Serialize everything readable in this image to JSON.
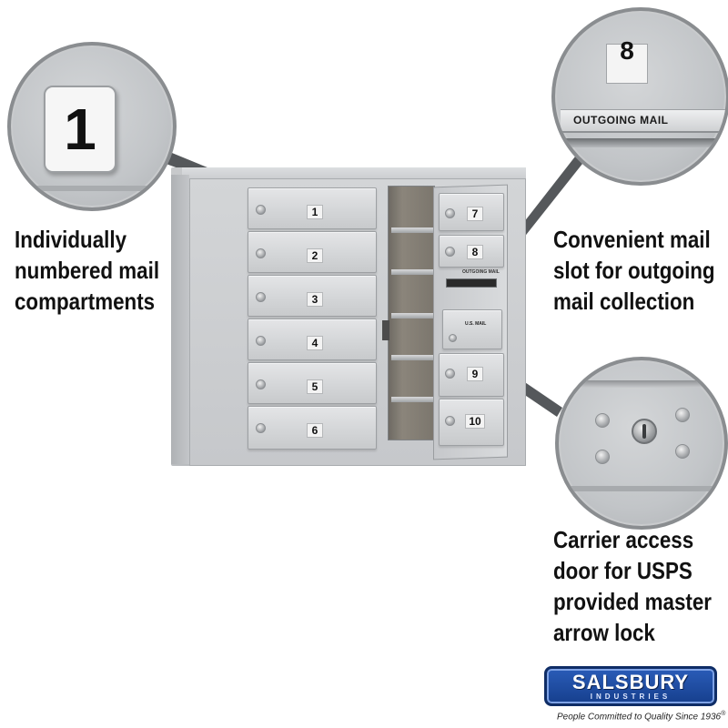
{
  "callouts": {
    "numbered": {
      "lines": [
        "Individually",
        "numbered mail",
        "compartments"
      ],
      "zoom_number": "1"
    },
    "outgoing": {
      "lines": [
        "Convenient mail",
        "slot for outgoing",
        "mail collection"
      ],
      "zoom_number": "8",
      "zoom_label": "OUTGOING MAIL"
    },
    "carrier": {
      "lines": [
        "Carrier access",
        "door for USPS",
        "provided master",
        "arrow lock"
      ]
    }
  },
  "mailbox": {
    "left_doors": [
      "1",
      "2",
      "3",
      "4",
      "5",
      "6"
    ],
    "right_doors": [
      "7",
      "8",
      "9",
      "10"
    ],
    "outgoing_label": "OUTGOING MAIL",
    "usps_label": "U.S. MAIL"
  },
  "brand": {
    "name": "SALSBURY",
    "subname": "INDUSTRIES",
    "tagline": "People Committed to Quality Since 1936",
    "mark": "®",
    "color": "#1f4fa3"
  }
}
